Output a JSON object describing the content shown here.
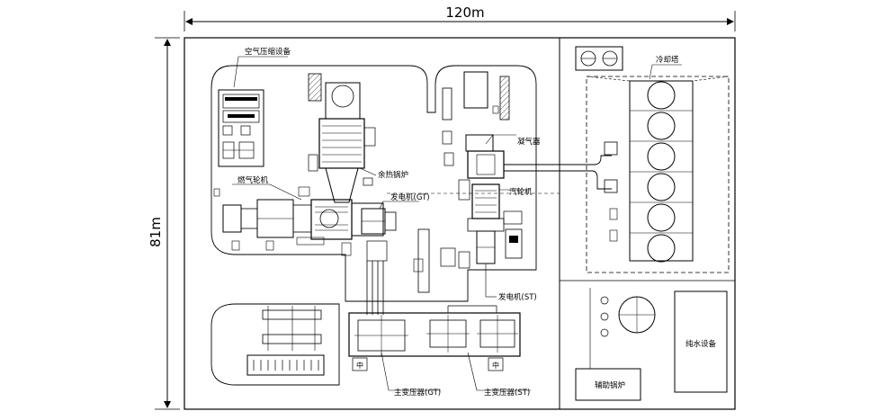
{
  "dimensions": {
    "width_label": "120m",
    "height_label": "81m"
  },
  "labels": {
    "air_compressor": "空气压缩设备",
    "gas_turbine": "燃气轮机",
    "hrsg": "余热锅炉",
    "generator_gt": "发电机(GT)",
    "condenser": "凝气器",
    "steam_turbine": "汽轮机",
    "generator_st": "发电机(ST)",
    "cooling_tower": "冷却塔",
    "main_transformer_gt": "主变压器(GT)",
    "main_transformer_st": "主变压器(ST)",
    "aux_boiler": "辅助锅炉",
    "pure_water": "纯水设备",
    "transformer_mark": "中"
  }
}
